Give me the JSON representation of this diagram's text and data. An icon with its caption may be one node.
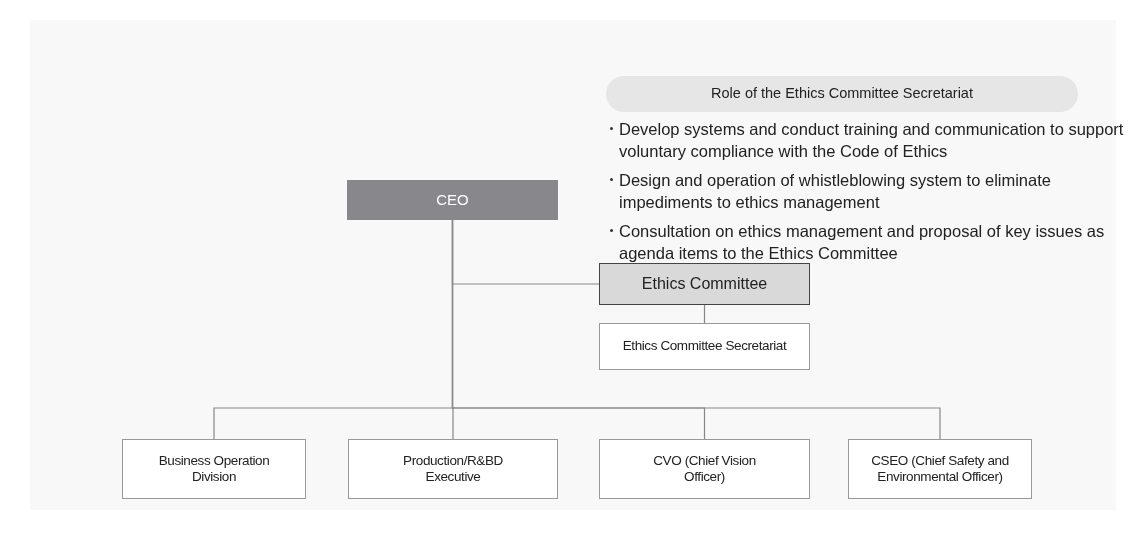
{
  "diagram": {
    "nodes": [
      {
        "text": [
          "CEO"
        ]
      },
      {
        "text": [
          "Ethics Committee"
        ]
      },
      {
        "text": [
          "Ethics Committee Secretariat"
        ]
      },
      {
        "text": [
          "Business Operation Division"
        ]
      },
      {
        "text": [
          "Production/R&BD Executive"
        ]
      },
      {
        "text": [
          "CVO (Chief Vision Officer)"
        ]
      },
      {
        "text": [
          "CSEO (Chief Safety and Environmental Officer)"
        ]
      },
      {
        "text": [
          "Role of the Ethics Committee Secretariat"
        ]
      }
    ],
    "edges": [
      {
        "from": 0,
        "to": 1,
        "arrow": "none"
      },
      {
        "from": 1,
        "to": 2,
        "arrow": "none"
      },
      {
        "from": 0,
        "to": 3,
        "arrow": "none"
      },
      {
        "from": 0,
        "to": 4,
        "arrow": "none"
      },
      {
        "from": 0,
        "to": 5,
        "arrow": "none"
      },
      {
        "from": 0,
        "to": 6,
        "arrow": "none"
      }
    ],
    "labels": [
      "Develop systems and conduct training and communication to support voluntary compliance with the Code of Ethics",
      "Design and operation of whistleblowing system to eliminate impediments to ethics management",
      "Consultation on ethics management and proposal of key issues as agenda items to the Ethics Committee"
    ]
  }
}
